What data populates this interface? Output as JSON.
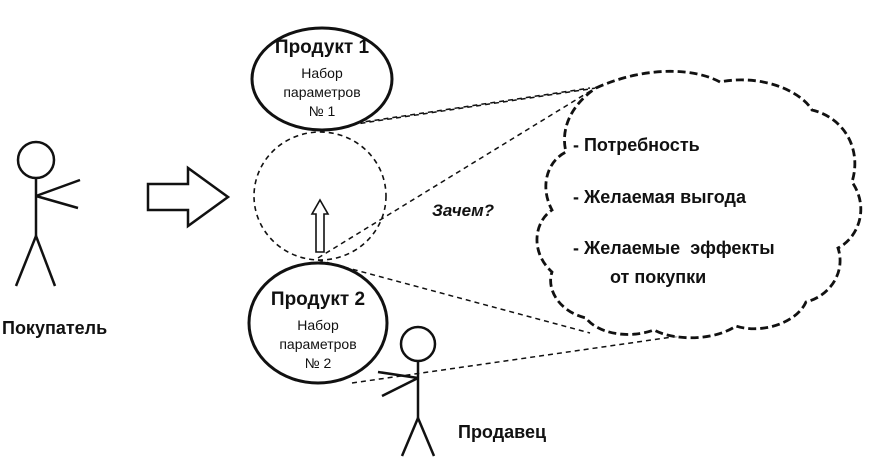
{
  "buyer": {
    "label": "Покупатель"
  },
  "seller": {
    "label": "Продавец"
  },
  "product1": {
    "title": "Продукт 1",
    "line1": "Набор",
    "line2": "параметров",
    "line3": "№ 1"
  },
  "product2": {
    "title": "Продукт 2",
    "line1": "Набор",
    "line2": "параметров",
    "line3": "№ 2"
  },
  "question": "Зачем?",
  "cloud": {
    "items": [
      "- Потребность",
      "- Желаемая выгода",
      "- Желаемые  эффекты",
      "от покупки"
    ]
  },
  "colors": {
    "ink": "#111111",
    "background": "#ffffff"
  }
}
